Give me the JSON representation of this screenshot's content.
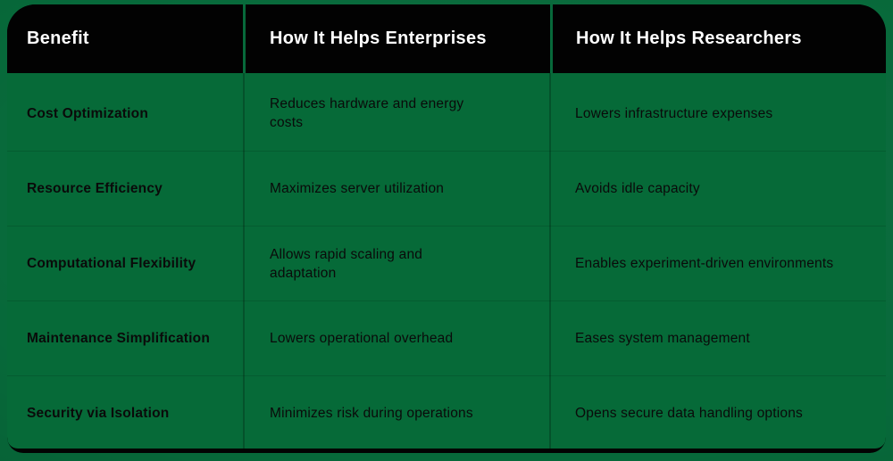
{
  "colors": {
    "card_background": "#020202",
    "header_text": "#ffffff",
    "body_green": "#066a38",
    "page_green": "#07693a",
    "body_text": "#0a0a0a"
  },
  "table": {
    "columns": [
      {
        "label": "Benefit"
      },
      {
        "label": "How It Helps Enterprises"
      },
      {
        "label": "How It Helps Researchers"
      }
    ],
    "rows": [
      {
        "benefit": "Cost Optimization",
        "enterprises": "Reduces hardware and energy\ncosts",
        "researchers": "Lowers infrastructure expenses"
      },
      {
        "benefit": "Resource Efficiency",
        "enterprises": "Maximizes server utilization",
        "researchers": "Avoids idle capacity"
      },
      {
        "benefit": "Computational Flexibility",
        "enterprises": "Allows rapid scaling and\nadaptation",
        "researchers": "Enables experiment-driven environments"
      },
      {
        "benefit": "Maintenance Simplification",
        "enterprises": "Lowers operational overhead",
        "researchers": "Eases system management"
      },
      {
        "benefit": "Security via Isolation",
        "enterprises": "Minimizes risk during operations",
        "researchers": "Opens secure data handling options"
      }
    ]
  }
}
